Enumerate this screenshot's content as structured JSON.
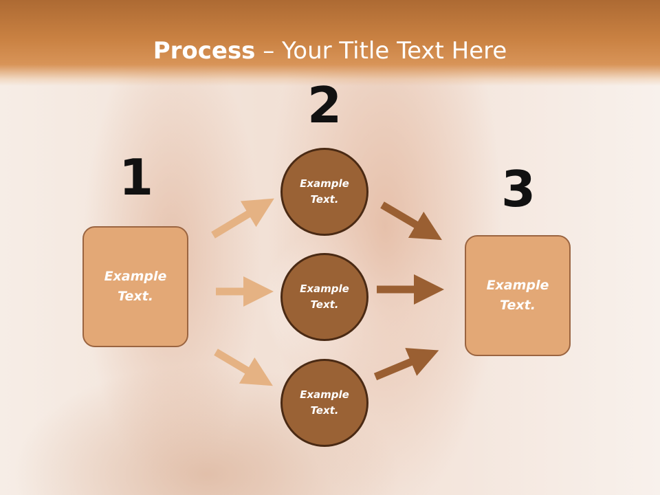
{
  "slide": {
    "title_bold": "Process",
    "title_rest": " – Your Title Text Here"
  },
  "steps": {
    "left": {
      "number": "1",
      "text": "Example Text."
    },
    "middle": {
      "number": "2",
      "circles": [
        {
          "text": "Example Text."
        },
        {
          "text": "Example Text."
        },
        {
          "text": "Example Text."
        }
      ]
    },
    "right": {
      "number": "3",
      "text": "Example Text."
    }
  },
  "colors": {
    "header": "#c98142",
    "box_fill": "#e3a876",
    "circle_fill": "#9a6235",
    "arrow_light": "#e5b283",
    "arrow_dark": "#9a5f32"
  }
}
